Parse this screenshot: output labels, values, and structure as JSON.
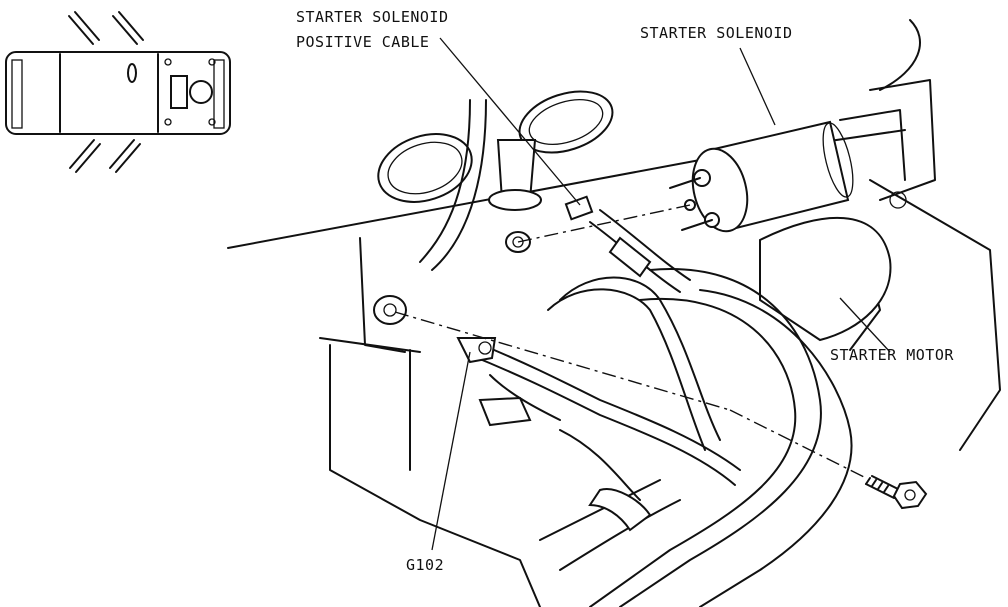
{
  "labels": {
    "solenoid_cable_line1": "STARTER SOLENOID",
    "solenoid_cable_line2": "POSITIVE CABLE",
    "starter_solenoid": "STARTER SOLENOID",
    "starter_motor": "STARTER MOTOR",
    "ground": "G102"
  }
}
